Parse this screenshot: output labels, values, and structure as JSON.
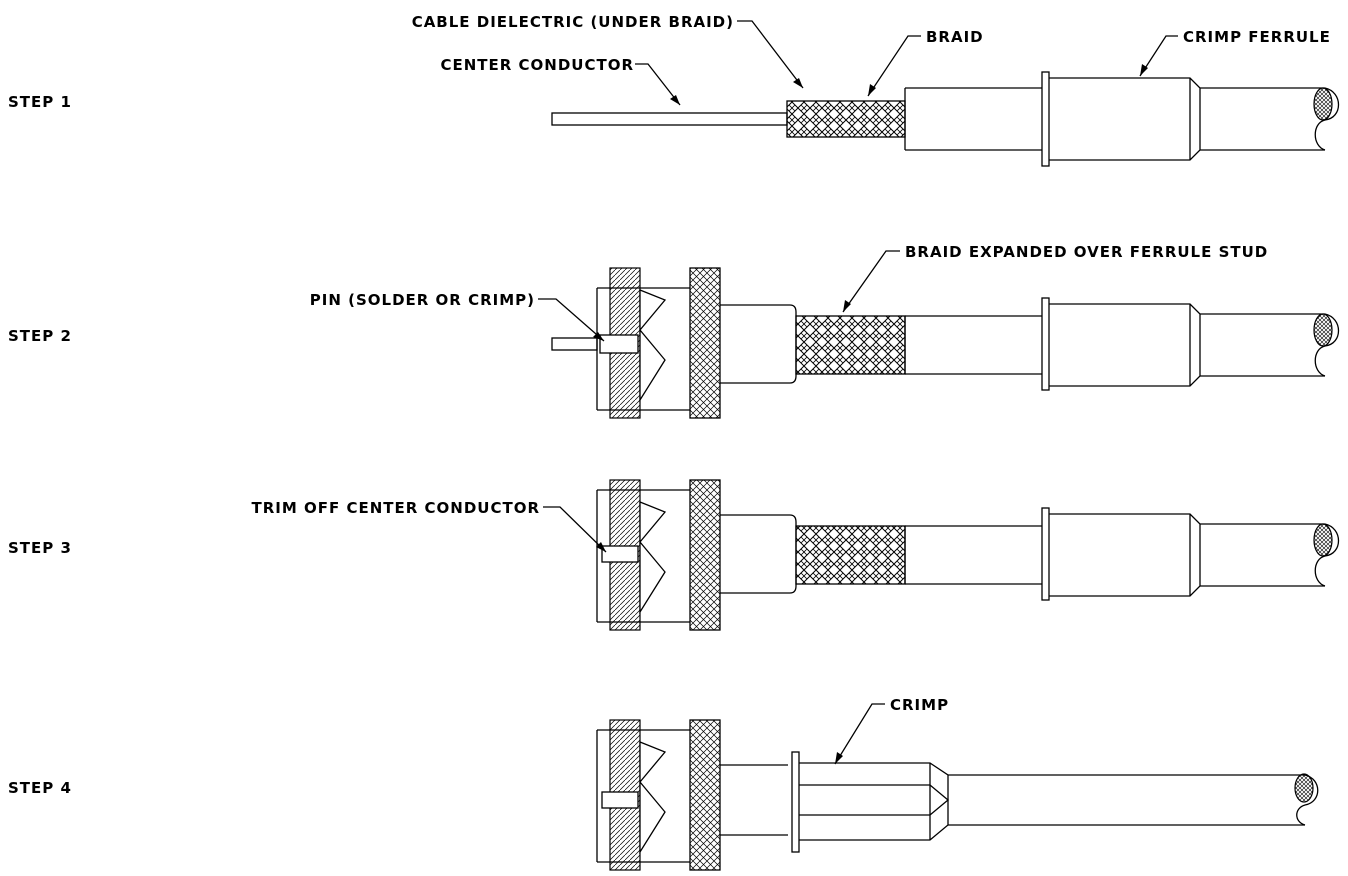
{
  "steps": [
    {
      "label": "STEP 1",
      "callouts": [
        "CENTER CONDUCTOR",
        "CABLE DIELECTRIC (UNDER BRAID)",
        "BRAID",
        "CRIMP FERRULE"
      ]
    },
    {
      "label": "STEP 2",
      "callouts": [
        "PIN (SOLDER OR CRIMP)",
        "BRAID EXPANDED OVER FERRULE STUD"
      ]
    },
    {
      "label": "STEP 3",
      "callouts": [
        "TRIM OFF CENTER CONDUCTOR"
      ]
    },
    {
      "label": "STEP 4",
      "callouts": [
        "CRIMP"
      ]
    }
  ]
}
